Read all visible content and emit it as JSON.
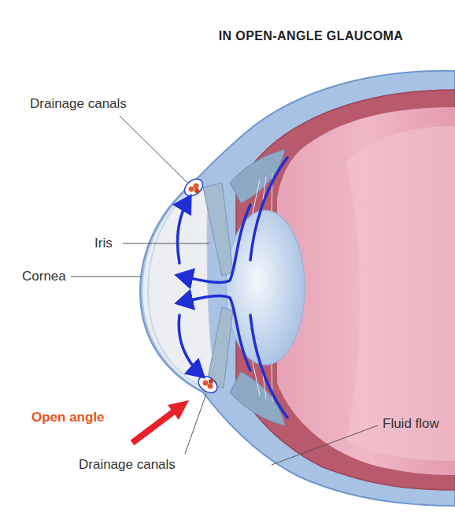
{
  "diagram": {
    "title": "IN OPEN-ANGLE GLAUCOMA",
    "labels": [
      "Drainage canals",
      "Iris",
      "Cornea",
      "Open angle",
      "Fluid flow",
      "Drainage canals"
    ]
  }
}
